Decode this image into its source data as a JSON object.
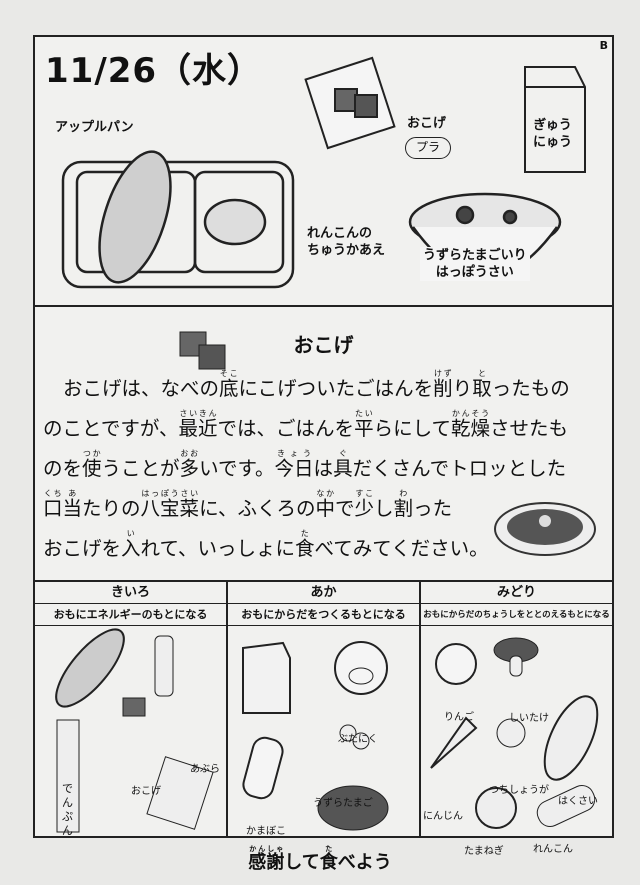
{
  "header": {
    "date": "11/26（水）",
    "corner_mark": "B"
  },
  "menu": {
    "items": [
      {
        "name": "アップルパン"
      },
      {
        "name": "おこげ",
        "badge": "プラ"
      },
      {
        "name": "ぎゅう\nにゅう"
      },
      {
        "name": "れんこんの\nちゅうかあえ"
      },
      {
        "name": "うずらたまごいり\nはっぽうさい"
      }
    ]
  },
  "article": {
    "title": "おこげ",
    "lines": [
      [
        {
          "t": "おこげは、なべの"
        },
        {
          "t": "底",
          "r": "そこ"
        },
        {
          "t": "にこげついたごはんを"
        },
        {
          "t": "削",
          "r": "けず"
        },
        {
          "t": "り"
        },
        {
          "t": "取",
          "r": "と"
        },
        {
          "t": "ったもの"
        }
      ],
      [
        {
          "t": "のことですが、"
        },
        {
          "t": "最近",
          "r": "さいきん"
        },
        {
          "t": "では、ごはんを"
        },
        {
          "t": "平",
          "r": "たい"
        },
        {
          "t": "らにして"
        },
        {
          "t": "乾燥",
          "r": "かんそう"
        },
        {
          "t": "させたも"
        }
      ],
      [
        {
          "t": "のを"
        },
        {
          "t": "使",
          "r": "つか"
        },
        {
          "t": "うことが"
        },
        {
          "t": "多",
          "r": "おお"
        },
        {
          "t": "いです。"
        },
        {
          "t": "今日",
          "r": "きょう"
        },
        {
          "t": "は"
        },
        {
          "t": "具",
          "r": "ぐ"
        },
        {
          "t": "だくさんでトロッとした"
        }
      ],
      [
        {
          "t": "口",
          "r": "くち"
        },
        {
          "t": "当",
          "r": "あ"
        },
        {
          "t": "たりの"
        },
        {
          "t": "八宝菜",
          "r": "はっぽうさい"
        },
        {
          "t": "に、ふくろの"
        },
        {
          "t": "中",
          "r": "なか"
        },
        {
          "t": "で"
        },
        {
          "t": "少",
          "r": "すこ"
        },
        {
          "t": "し"
        },
        {
          "t": "割",
          "r": "わ"
        },
        {
          "t": "った"
        }
      ],
      [
        {
          "t": "おこげを"
        },
        {
          "t": "入",
          "r": "い"
        },
        {
          "t": "れて、いっしょに"
        },
        {
          "t": "食",
          "r": "た"
        },
        {
          "t": "べてみてください。"
        }
      ]
    ]
  },
  "groups": [
    {
      "name": "きいろ",
      "desc": "おもにエネルギーのもとになる",
      "foods": [
        "おこげ",
        "あぶら",
        "でんぷん"
      ]
    },
    {
      "name": "あか",
      "desc": "おもにからだをつくるもとになる",
      "foods": [
        "ぶたにく",
        "うずらたまご",
        "かまぼこ"
      ]
    },
    {
      "name": "みどり",
      "desc": "おもにからだのちょうしをととのえるもとになる",
      "foods": [
        "りんご",
        "しいたけ",
        "つちしょうが",
        "はくさい",
        "にんじん",
        "たまねぎ",
        "れんこん"
      ]
    }
  ],
  "footer": [
    {
      "t": "感謝",
      "r": "かんしゃ"
    },
    {
      "t": "して"
    },
    {
      "t": "食",
      "r": "た"
    },
    {
      "t": "べよう"
    }
  ]
}
